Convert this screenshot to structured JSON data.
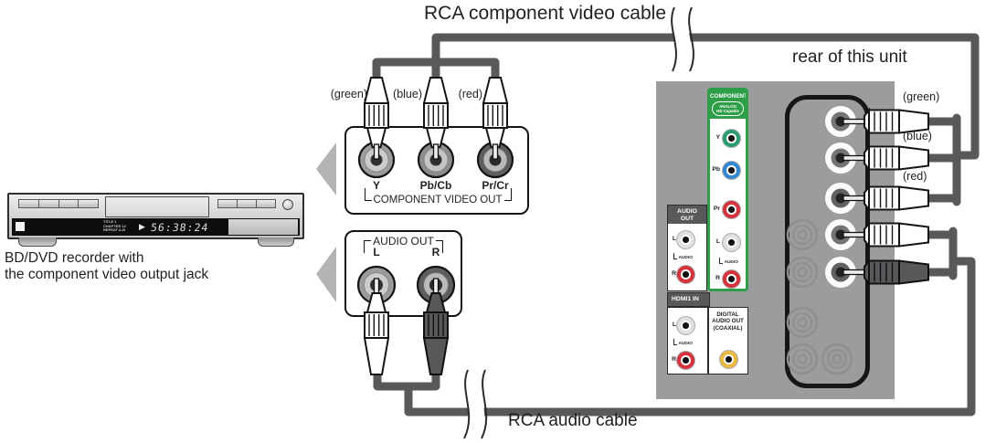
{
  "title_labels": {
    "component_cable": "RCA component video cable",
    "rear_unit": "rear of this unit",
    "audio_cable": "RCA audio cable"
  },
  "recorder": {
    "caption_line1": "BD/DVD recorder with",
    "caption_line2": "the component video output jack",
    "display": {
      "info_line1": "TITLE 1",
      "info_line2": "CHAPTER 12",
      "info_line3": "REPEAT A-B",
      "play_icon": "▶",
      "time": "56:38:24"
    }
  },
  "component_out_panel": {
    "plug_labels": [
      "(green)",
      "(blue)",
      "(red)"
    ],
    "jack_labels": [
      "Y",
      "Pb/Cb",
      "Pr/Cr"
    ],
    "caption": "COMPONENT VIDEO OUT"
  },
  "audio_out_panel": {
    "caption": "AUDIO OUT",
    "jack_labels": [
      "L",
      "R"
    ]
  },
  "rear_panel": {
    "component_section": {
      "title": "COMPONENT",
      "badge_line1": "ANALOG",
      "badge_line2": "HD Capable",
      "jack_y": "Y",
      "jack_pb": "Pb",
      "jack_pr": "Pr",
      "jack_l": "L",
      "jack_r": "R",
      "audio_label": "AUDIO"
    },
    "audio_out_section": {
      "title_line1": "AUDIO",
      "title_line2": "OUT",
      "jack_l": "L",
      "jack_r": "R",
      "audio_label": "AUDIO"
    },
    "hdmi_section": {
      "title": "HDMI1 IN",
      "jack_l": "L",
      "jack_r": "R",
      "audio_label": "AUDIO"
    },
    "digital_section": {
      "line1": "DIGITAL",
      "line2": "AUDIO OUT",
      "line3": "(COAXIAL)"
    },
    "unit_plug_labels": [
      "(green)",
      "(blue)",
      "(red)"
    ]
  },
  "colors": {
    "cable": "#58595b",
    "component_green": "#2f9e48",
    "jack_y_green": "#2a9d70",
    "jack_pb_blue": "#3187d2",
    "jack_red": "#d6333c",
    "jack_yellow": "#eab93d",
    "rear_panel_gray": "#9b9c9e",
    "header_gray": "#58595b"
  }
}
